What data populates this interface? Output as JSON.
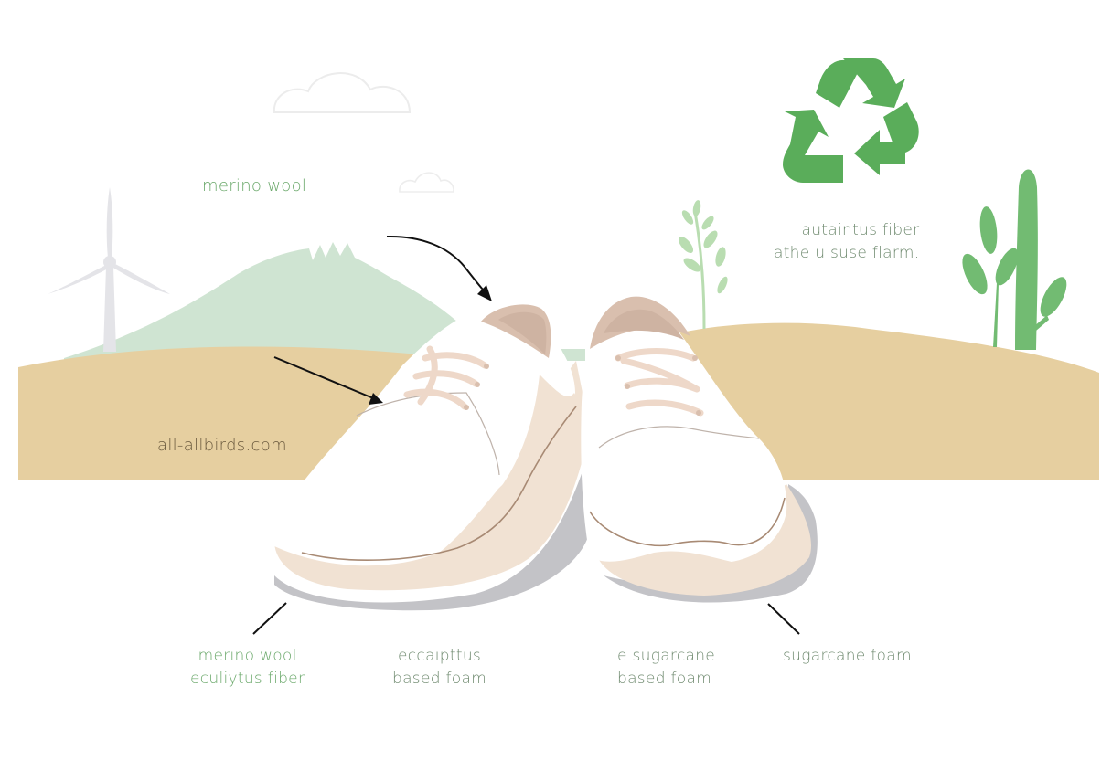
{
  "colors": {
    "background": "#ffffff",
    "sand": "#e6cfa0",
    "mountain": "#cfe4d2",
    "recycle_green": "#5aad5a",
    "plant_green": "#72bb72",
    "sprout_green": "#b9ddb1",
    "turbine_grey": "#e4e4e8",
    "cloud_outline": "#ececec",
    "shoe_white": "#ffffff",
    "shoe_sole": "#f1e2d3",
    "shoe_heel": "#d9bfae",
    "lace": "#eed8c9",
    "shadow": "#c3c3c7",
    "stitch": "#a88a74",
    "arrow": "#111111",
    "label_green": "#6aa86a",
    "label_grey_green": "#6f8a6f",
    "url_brown": "#6b5a3e"
  },
  "labels": {
    "top_left": "merino wool",
    "top_right": [
      "autaintus fiber",
      "athe u suse flarm."
    ],
    "url": "all-allbirds.com",
    "bottom_1": [
      "merino wool",
      "eculiytus fiber"
    ],
    "bottom_2": [
      "eccaipttus",
      "based foam"
    ],
    "bottom_3": [
      "e sugarcane",
      "based foam"
    ],
    "bottom_4": "sugarcane foam"
  },
  "icons": {
    "recycle": "recycle-icon",
    "wind_turbine": "wind-turbine-icon",
    "cactus": "cactus-icon",
    "sprout": "sprout-icon",
    "cloud": "cloud-icon",
    "mountain": "mountain-icon",
    "shoe": "sneaker-icon"
  }
}
